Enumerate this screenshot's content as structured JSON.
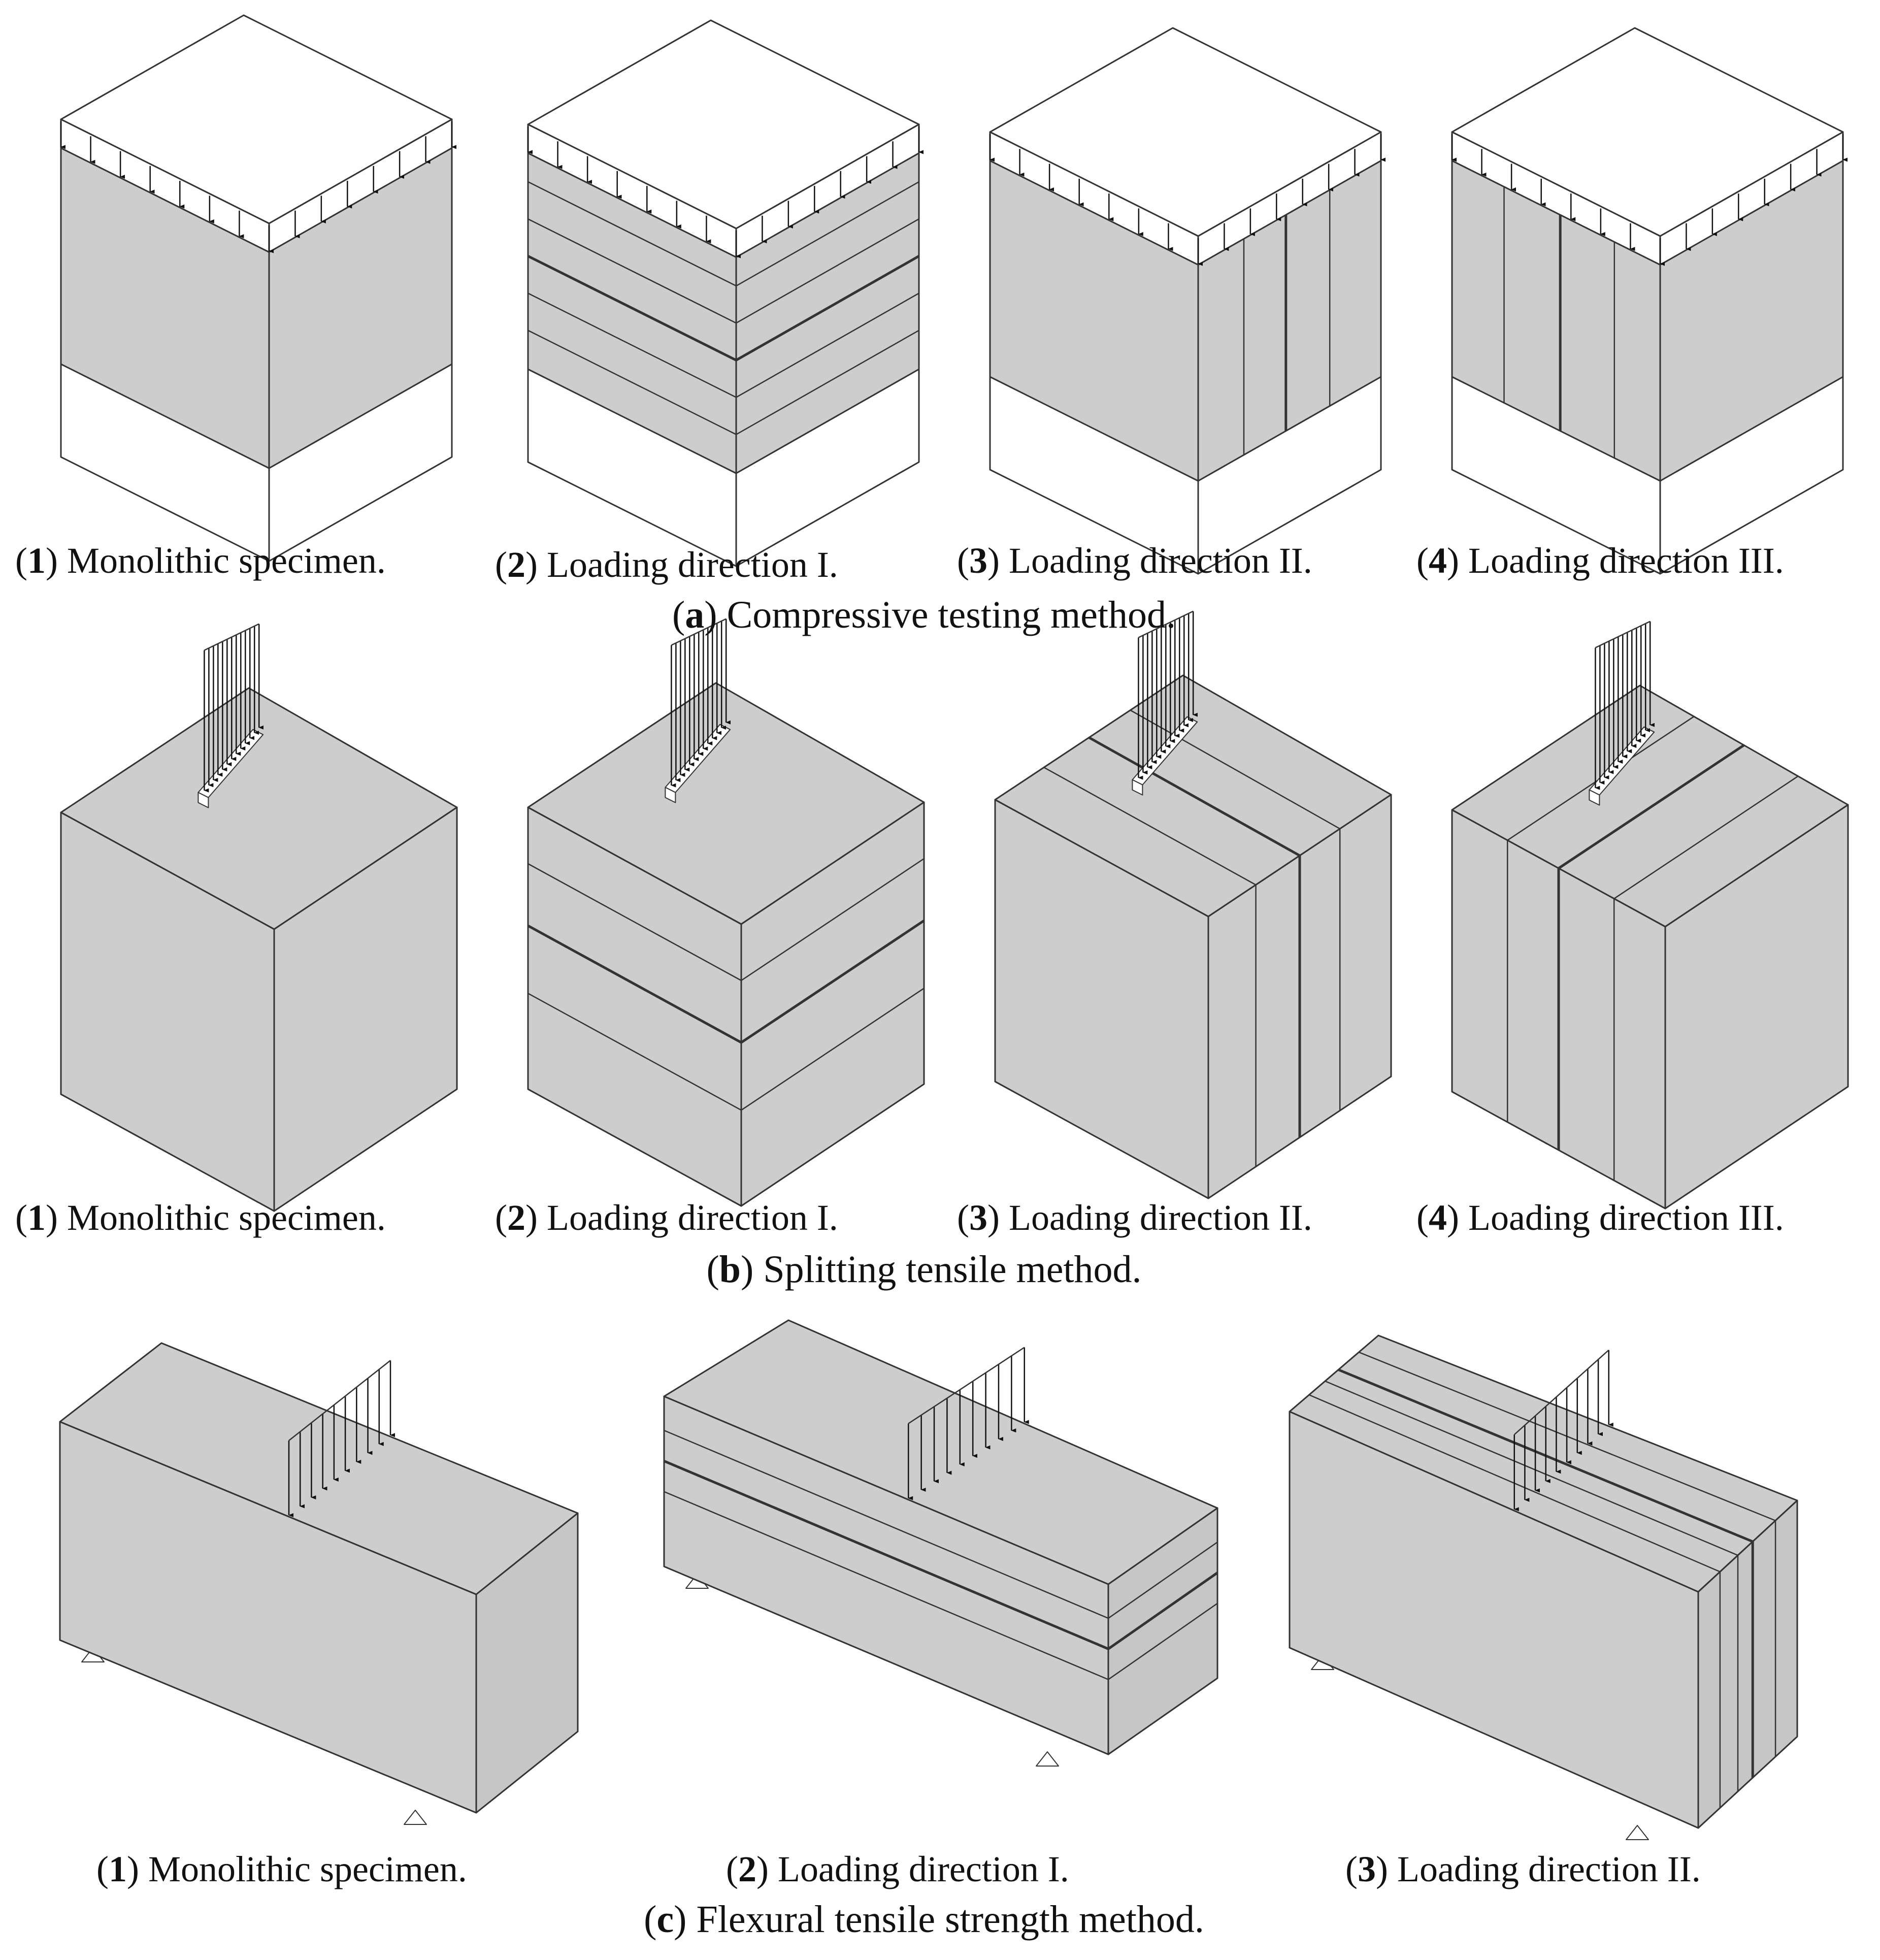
{
  "colors": {
    "face": "#cdcdcd",
    "face_dark": "#c6c6c6",
    "stroke": "#333333",
    "white": "#ffffff"
  },
  "sections": [
    {
      "id": "a",
      "title": "Compressive testing method.",
      "panels": [
        {
          "number": "1",
          "label": "Monolithic specimen."
        },
        {
          "number": "2",
          "label": "Loading direction I."
        },
        {
          "number": "3",
          "label": "Loading direction II."
        },
        {
          "number": "4",
          "label": "Loading direction III."
        }
      ]
    },
    {
      "id": "b",
      "title": "Splitting tensile method.",
      "panels": [
        {
          "number": "1",
          "label": "Monolithic specimen."
        },
        {
          "number": "2",
          "label": "Loading direction I."
        },
        {
          "number": "3",
          "label": "Loading direction II."
        },
        {
          "number": "4",
          "label": "Loading direction III."
        }
      ]
    },
    {
      "id": "c",
      "title": "Flexural tensile strength method.",
      "panels": [
        {
          "number": "1",
          "label": "Monolithic specimen."
        },
        {
          "number": "2",
          "label": "Loading direction I."
        },
        {
          "number": "3",
          "label": "Loading direction II."
        }
      ]
    }
  ]
}
